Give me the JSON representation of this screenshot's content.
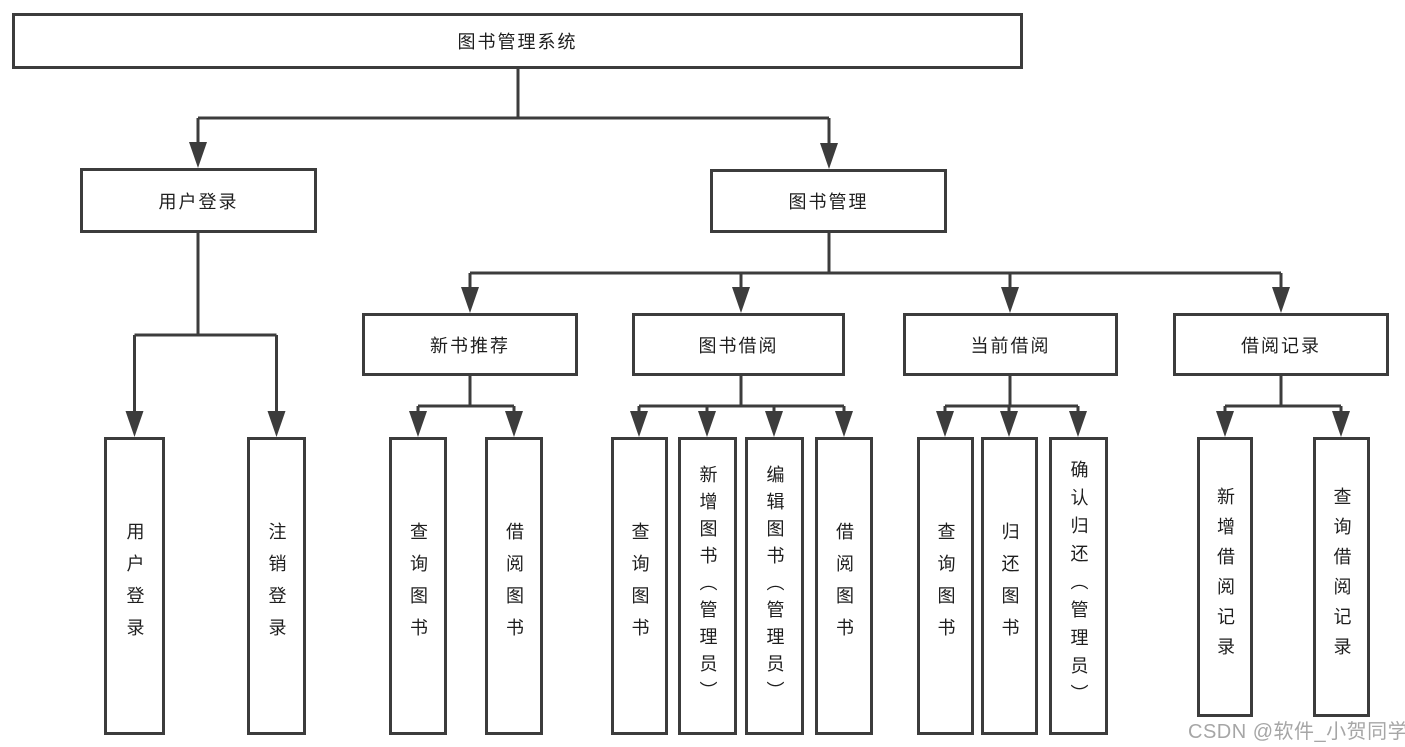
{
  "diagram": {
    "root": {
      "label": "图书管理系统"
    },
    "branches": [
      {
        "label": "用户登录",
        "leaves": [
          "用户登录",
          "注销登录"
        ]
      },
      {
        "label": "图书管理",
        "sections": [
          {
            "label": "新书推荐",
            "leaves": [
              "查询图书",
              "借阅图书"
            ]
          },
          {
            "label": "图书借阅",
            "leaves": [
              "查询图书",
              "新增图书（管理员）",
              "编辑图书（管理员）",
              "借阅图书"
            ]
          },
          {
            "label": "当前借阅",
            "leaves": [
              "查询图书",
              "归还图书",
              "确认归还（管理员）"
            ]
          },
          {
            "label": "借阅记录",
            "leaves": [
              "新增借阅记录",
              "查询借阅记录"
            ]
          }
        ]
      }
    ]
  },
  "watermark": {
    "text": "CSDN @软件_小贺同学"
  },
  "colors": {
    "line": "#3c3c3c",
    "text": "#1e1e1e",
    "box_background": "#ffffff",
    "watermark": "#9d9d9d",
    "page_background": "#ffffff"
  }
}
